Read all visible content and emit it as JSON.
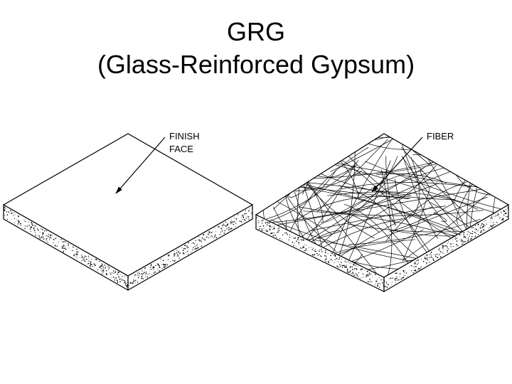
{
  "title": {
    "line1": "GRG",
    "line2": "(Glass-Reinforced Gypsum)"
  },
  "callouts": {
    "finish_face": {
      "line1": "FINISH",
      "line2": "FACE"
    },
    "fiber": {
      "line1": "FIBER"
    }
  },
  "colors": {
    "line": "#000000",
    "panel_top": "#ffffff",
    "edge_fill": "#ffffff"
  }
}
